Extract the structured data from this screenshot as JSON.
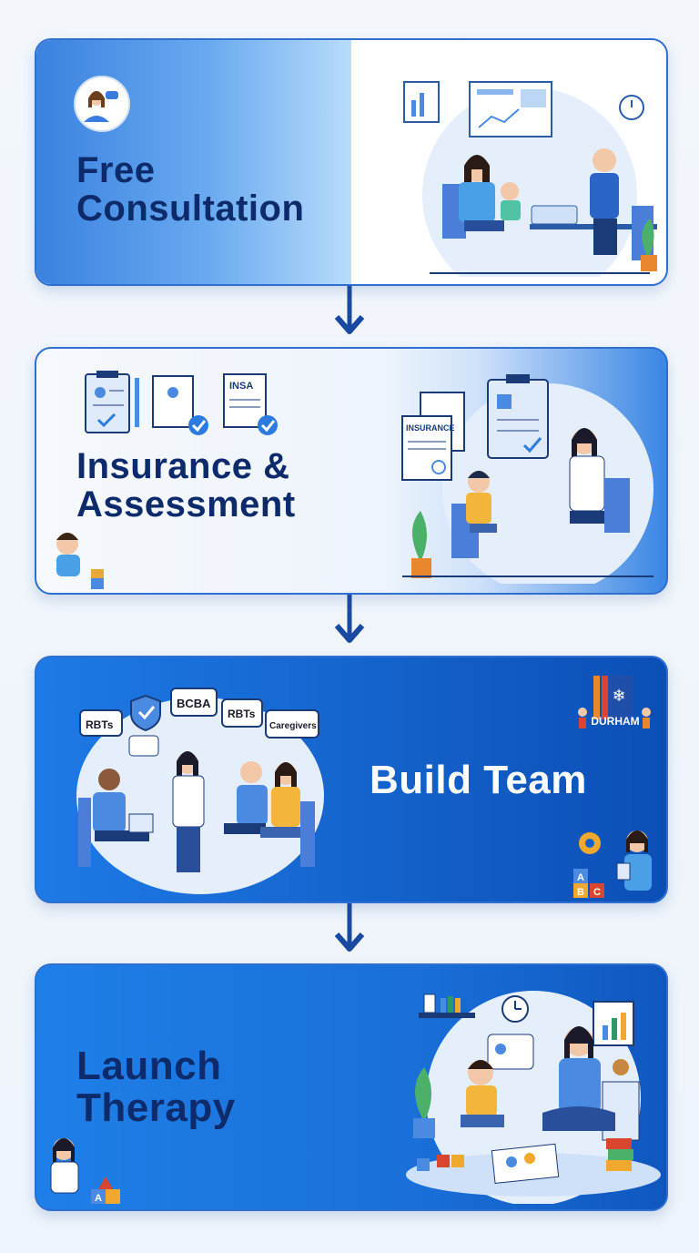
{
  "steps": [
    {
      "title_line1": "Free",
      "title_line2": "Consultation"
    },
    {
      "title_line1": "Insurance &",
      "title_line2": "Assessment",
      "doc_labels": {
        "insa": "INSA",
        "insurance": "INSURANCE"
      }
    },
    {
      "title": "Build Team",
      "bubbles": {
        "rbts_left": "RBTs",
        "bcba": "BCBA",
        "rbts_right": "RBTs",
        "caregivers": "Caregivers"
      },
      "badge_text": "DURHAM",
      "blocks": [
        "A",
        "B",
        "C"
      ]
    },
    {
      "title_line1": "Launch",
      "title_line2": "Therapy",
      "blocks": [
        "A"
      ]
    }
  ],
  "colors": {
    "accent": "#2f6fcf",
    "navy": "#0d2a6b",
    "arrow": "#1a4aa0"
  }
}
